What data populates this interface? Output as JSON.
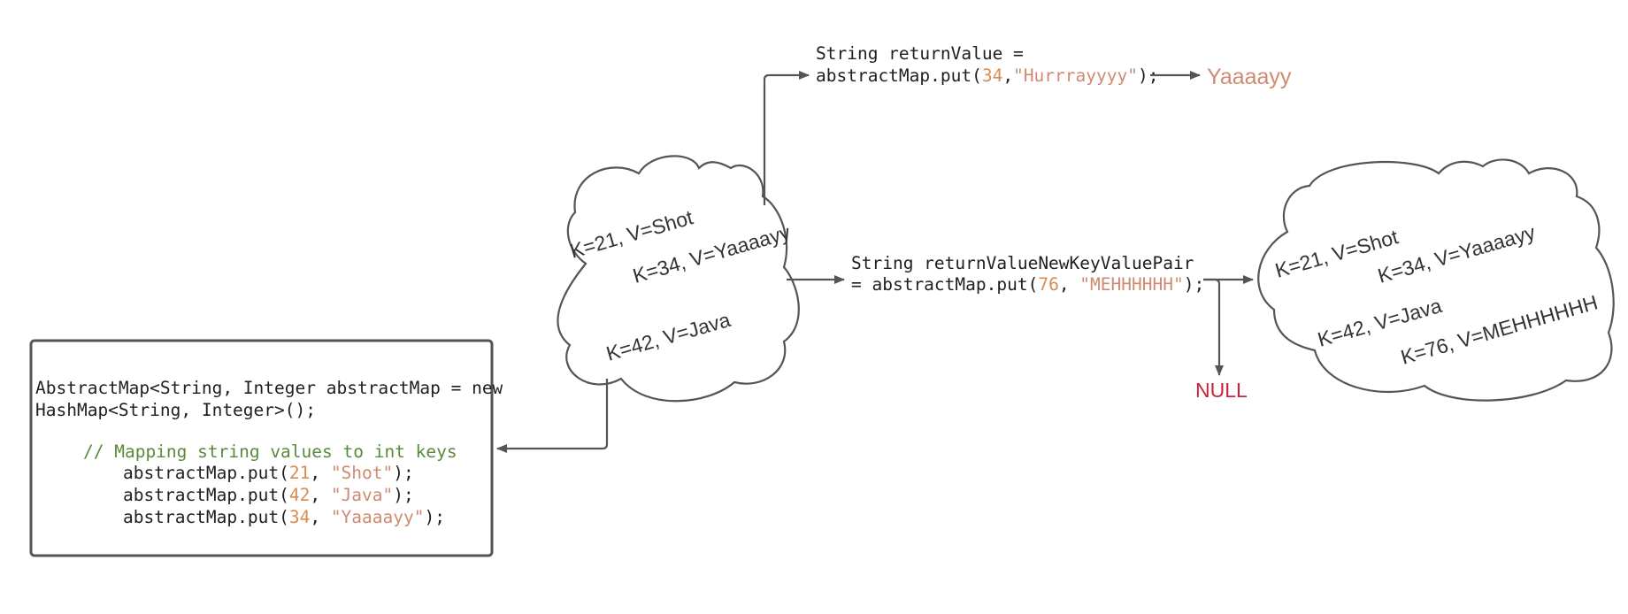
{
  "colors": {
    "number": "#d98c4e",
    "string": "#d08a72",
    "comment": "#5a8a3c",
    "null_label": "#c8233a",
    "result_label": "#d08a72",
    "stroke": "#555555"
  },
  "code_box": {
    "line1": "AbstractMap<String, Integer abstractMap = new",
    "line2": "HashMap<String, Integer>();",
    "comment": "// Mapping string values to int keys",
    "puts": [
      {
        "prefix": "abstractMap.put(",
        "key": "21",
        "sep": ", ",
        "value": "\"Shot\"",
        "suffix": ");"
      },
      {
        "prefix": "abstractMap.put(",
        "key": "42",
        "sep": ", ",
        "value": "\"Java\"",
        "suffix": ");"
      },
      {
        "prefix": "abstractMap.put(",
        "key": "34",
        "sep": ", ",
        "value": "\"Yaaaayy\"",
        "suffix": ");"
      }
    ]
  },
  "cloud_left": {
    "entries": [
      "K=21, V=Shot",
      "K=34, V=Yaaaayy",
      "K=42, V=Java"
    ]
  },
  "cloud_right": {
    "entries": [
      "K=21, V=Shot",
      "K=34, V=Yaaaayy",
      "K=42, V=Java",
      "K=76, V=MEHHHHHH"
    ]
  },
  "top_statement": {
    "line1": "String returnValue =",
    "prefix": "abstractMap.put(",
    "key": "34",
    "sep": ",",
    "value": "\"Hurrrayyyy\"",
    "suffix": ");",
    "result": "Yaaaayy"
  },
  "mid_statement": {
    "line1": "String returnValueNewKeyValuePair",
    "prefix": "= abstractMap.put(",
    "key": "76",
    "sep": ", ",
    "value": "\"MEHHHHHH\"",
    "suffix": ");",
    "result": "NULL"
  }
}
